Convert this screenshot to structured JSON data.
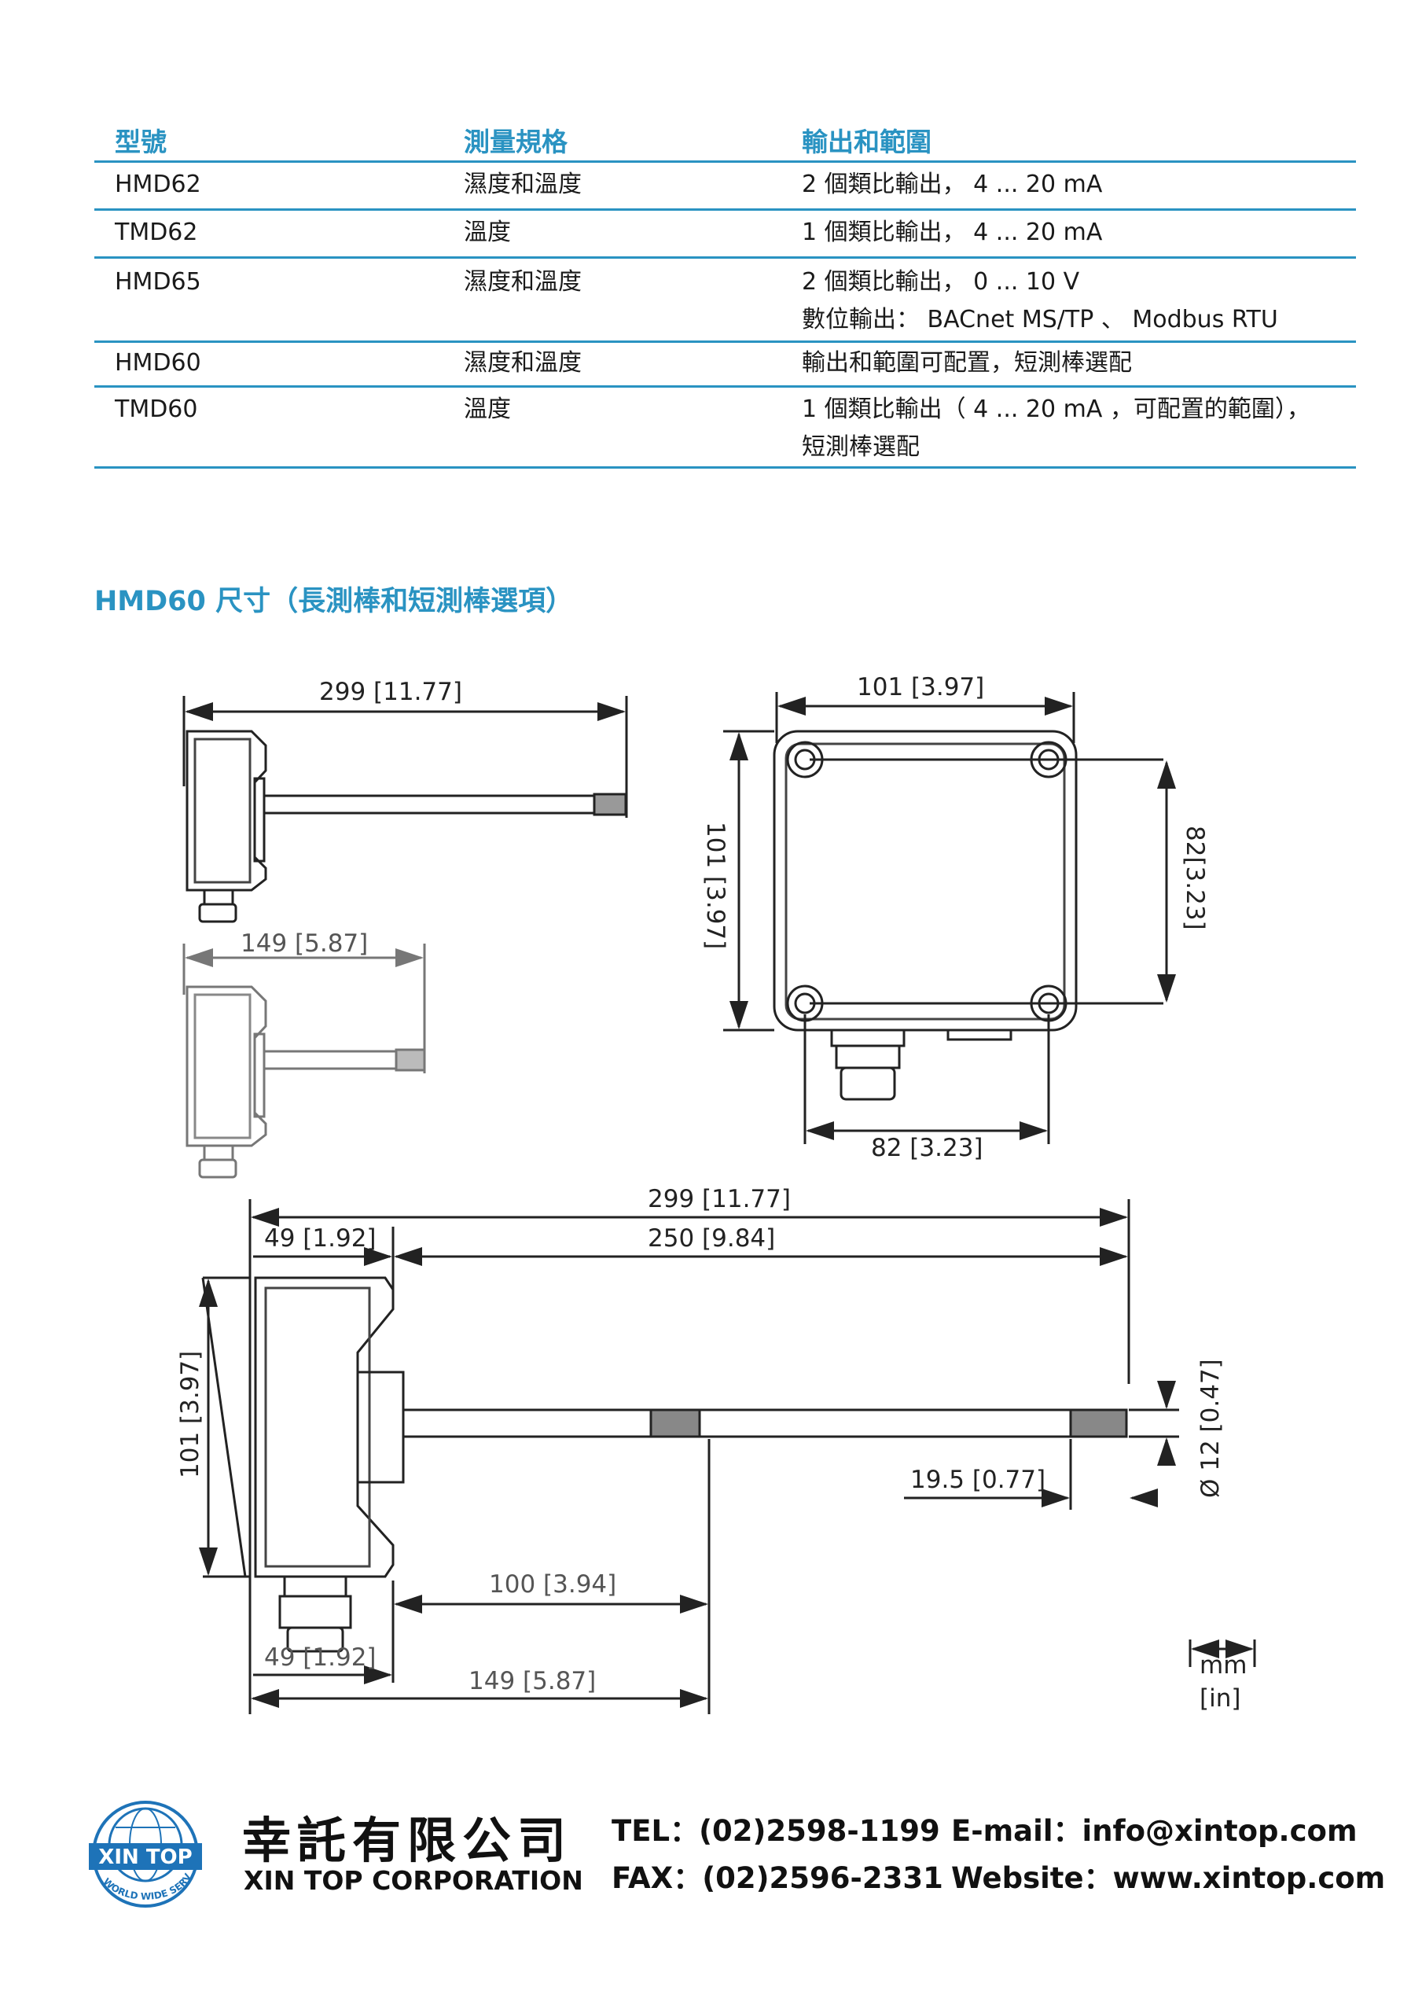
{
  "table": {
    "headers": [
      "型號",
      "測量規格",
      "輸出和範圍"
    ],
    "rows": [
      {
        "model": "HMD62",
        "measurement": "濕度和溫度",
        "output": [
          "2  個類比輸出， 4 ... 20 mA"
        ]
      },
      {
        "model": "TMD62",
        "measurement": "溫度",
        "output": [
          "1  個類比輸出， 4 ... 20 mA"
        ]
      },
      {
        "model": "HMD65",
        "measurement": "濕度和溫度",
        "output": [
          "2  個類比輸出， 0 ... 10 V",
          "數位輸出： BACnet MS/TP  、  Modbus RTU"
        ]
      },
      {
        "model": "HMD60",
        "measurement": "濕度和溫度",
        "output": [
          "輸出和範圍可配置，短測棒選配"
        ]
      },
      {
        "model": "TMD60",
        "measurement": "溫度",
        "output": [
          "1  個類比輸出（ 4 ... 20 mA  ，可配置的範圍），",
          "短測棒選配"
        ]
      }
    ]
  },
  "section_title": "HMD60 尺寸（長測棒和短測棒選項）",
  "dimensions": {
    "long_probe_length": "299 [11.77]",
    "short_probe_length": "149 [5.87]",
    "box_width": "101 [3.97]",
    "box_height": "101 [3.97]",
    "inner_height": "82[3.23]",
    "inner_width": "82 [3.23]",
    "total_length": "299 [11.77]",
    "housing_depth": "49 [1.92]",
    "probe_length": "250 [9.84]",
    "side_height": "101 [3.97]",
    "diameter": "Ø 12 [0.47]",
    "tip_length": "19.5 [0.77]",
    "short_offset": "100 [3.94]",
    "bottom_housing": "49 [1.92]",
    "bottom_short": "149 [5.87]",
    "unit_mm": "mm",
    "unit_in": "[in]"
  },
  "footer": {
    "logo_text_top": "XIN TOP",
    "logo_text_ring": "WORLD WIDE SERVICE",
    "company_cn": "幸託有限公司",
    "company_en": "XIN TOP CORPORATION",
    "tel": "TEL：(02)2598-1199",
    "fax": "FAX：(02)2596-2331",
    "email": "E-mail：info@xintop.com",
    "website": "Website：www.xintop.com",
    "brand_color": "#1e73b8"
  }
}
